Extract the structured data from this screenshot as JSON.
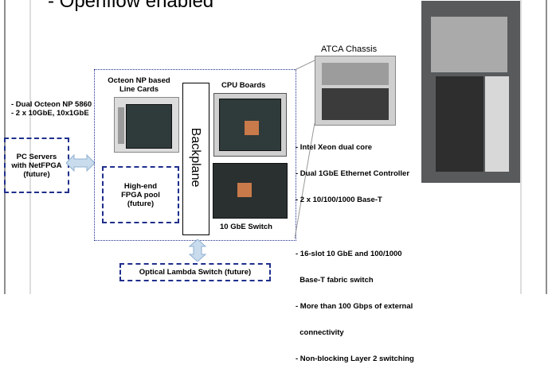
{
  "heading": "- Openflow enabled",
  "left_note": [
    "- Dual Octeon NP 5860",
    "- 2 x 10GbE, 10x1GbE"
  ],
  "pc_servers": [
    "PC Servers",
    "with NetFPGA",
    "(future)"
  ],
  "line_cards": [
    "Octeon NP based",
    "Line Cards"
  ],
  "cpu_boards": "CPU Boards",
  "backplane": "Backplane",
  "fpga_pool": [
    "High-end",
    "FPGA pool",
    "(future)"
  ],
  "switch_label": "10 GbE Switch",
  "atca_label": "ATCA Chassis",
  "specs": [
    "- Intel Xeon dual core",
    "- Dual 1GbE Ethernet Controller",
    "- 2 x 10/100/1000 Base-T",
    "- 16-slot 10 GbE and 100/1000",
    "  Base-T fabric switch",
    "- More than 100 Gbps of external",
    "  connectivity",
    "- Non-blocking Layer 2 switching"
  ],
  "optical": "Optical Lambda Switch (future)",
  "colors": {
    "border_blue": "#1f2f8c",
    "arrow_fill": "#c9dcee",
    "arrow_stroke": "#8fb0d0"
  }
}
